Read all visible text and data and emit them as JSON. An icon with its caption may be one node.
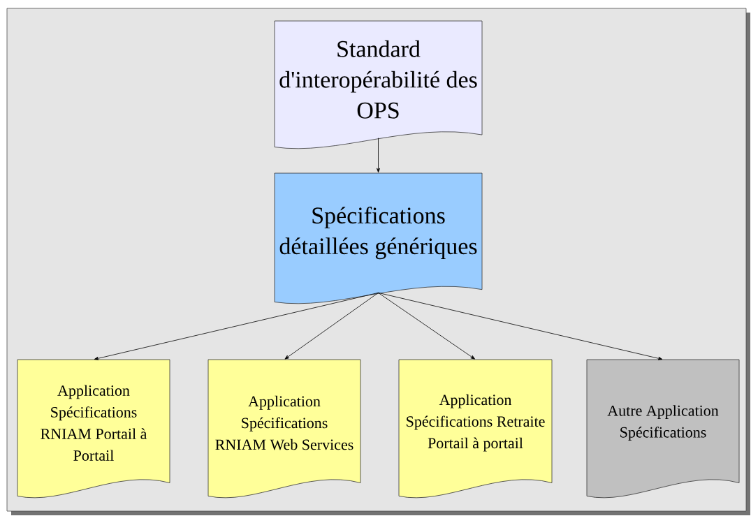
{
  "diagram": {
    "nodes": [
      {
        "text": [
          "Standard d'interopérabilité des OPS"
        ]
      },
      {
        "text": [
          "Spécifications détaillées génériques"
        ]
      },
      {
        "text": [
          "Application Spécifications RNIAM Portail à Portail"
        ]
      },
      {
        "text": [
          "Application Spécifications RNIAM Web Services"
        ]
      },
      {
        "text": [
          "Application Spécifications Retraite Portail à portail"
        ]
      },
      {
        "text": [
          "Autre Application Spécifications"
        ]
      }
    ],
    "edges": [
      {
        "from": 0,
        "to": 1,
        "arrow": "to"
      },
      {
        "from": 1,
        "to": 2,
        "arrow": "to"
      },
      {
        "from": 1,
        "to": 3,
        "arrow": "to"
      },
      {
        "from": 1,
        "to": 4,
        "arrow": "to"
      },
      {
        "from": 1,
        "to": 5,
        "arrow": "to"
      }
    ]
  }
}
